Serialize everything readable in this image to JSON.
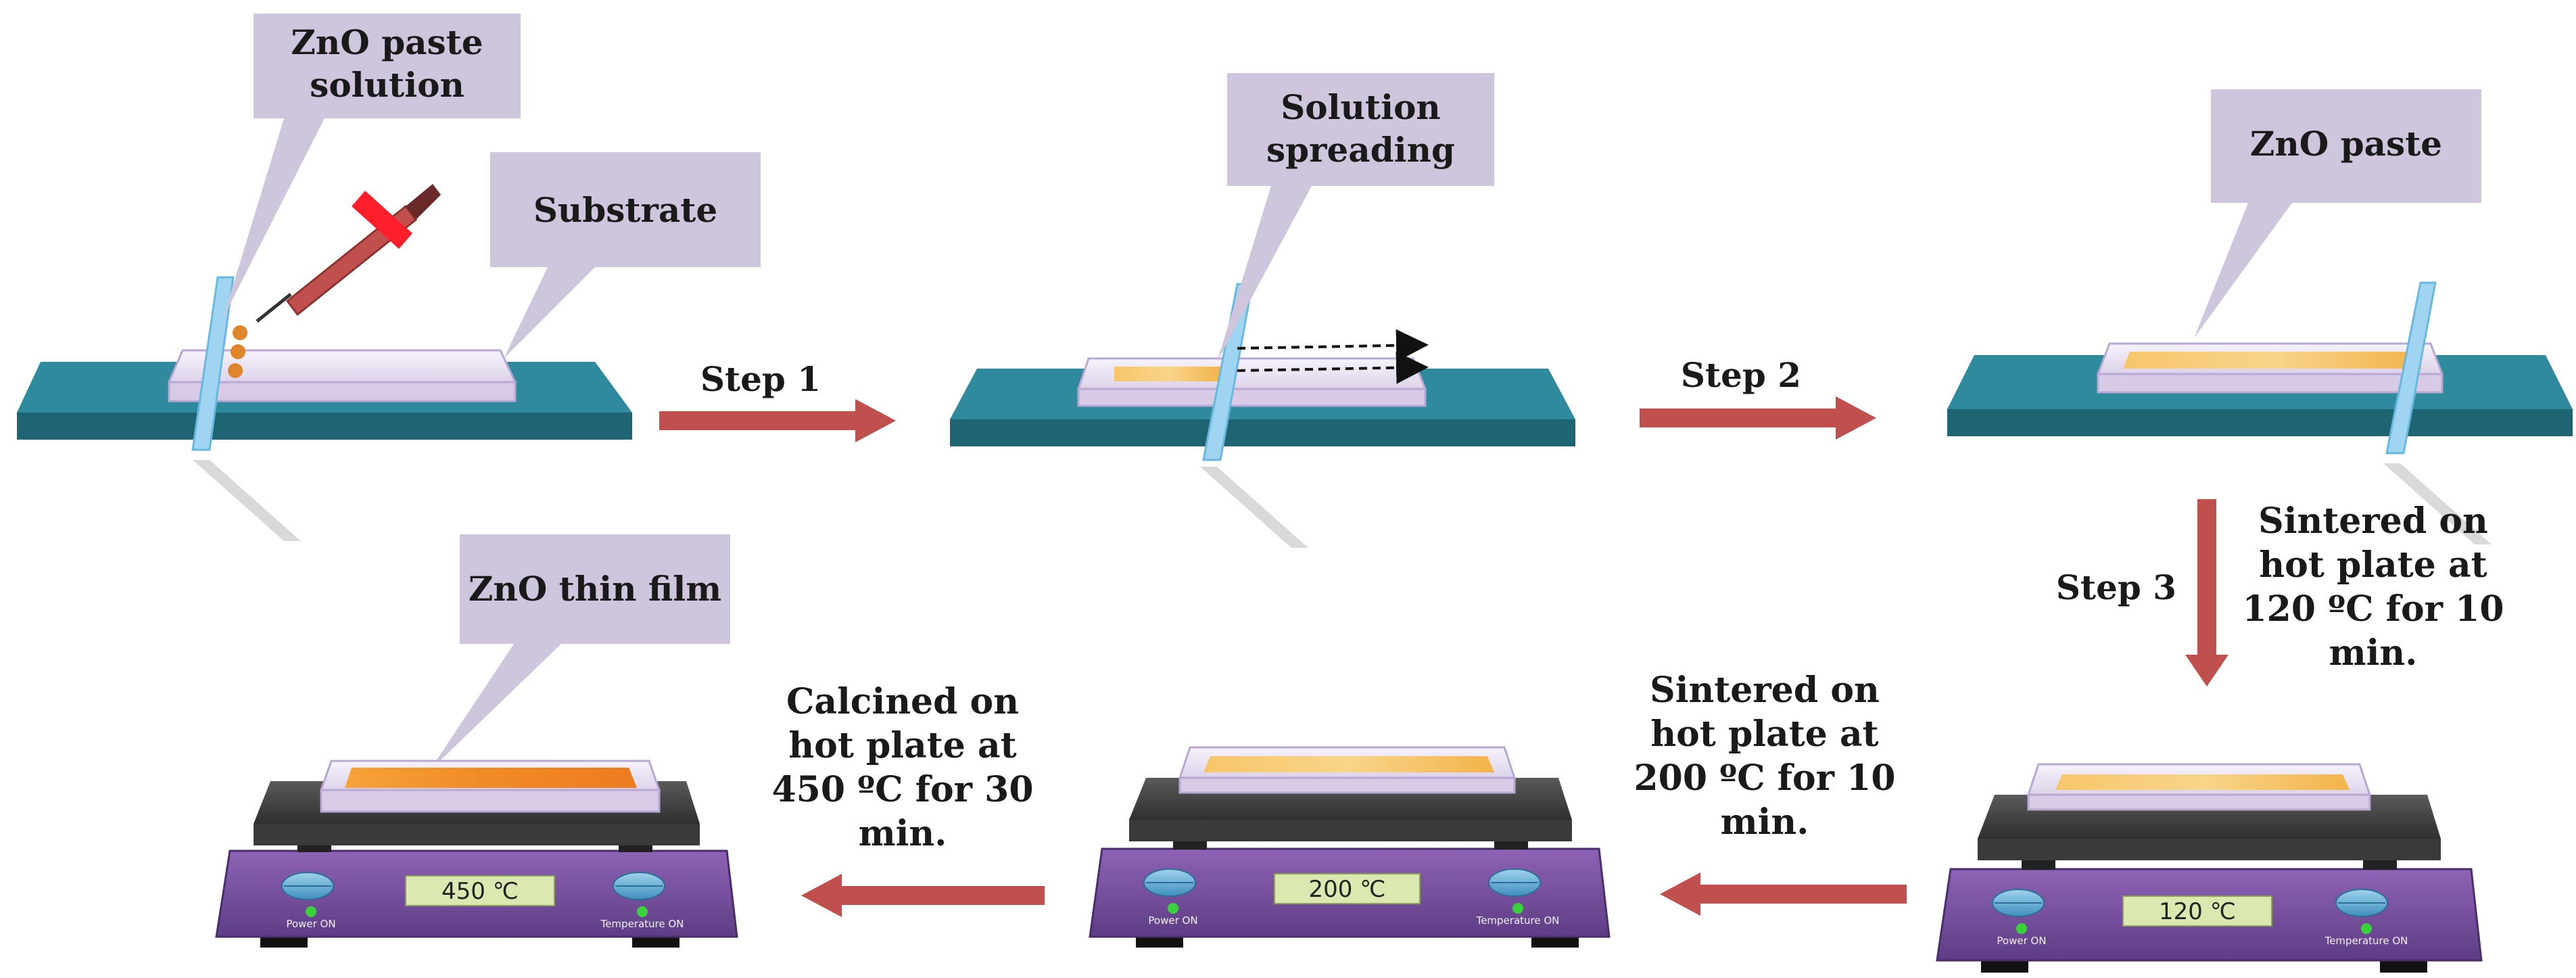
{
  "callouts": {
    "zno_paste_solution": "ZnO paste\nsolution",
    "substrate": "Substrate",
    "solution_spreading": "Solution\nspreading",
    "zno_paste": "ZnO paste",
    "zno_thin_film": "ZnO thin film"
  },
  "steps": {
    "step1": "Step 1",
    "step2": "Step 2",
    "step3": "Step 3"
  },
  "descriptions": {
    "sinter_120": "Sintered on\nhot plate at\n120 ºC for 10\nmin.",
    "sinter_200": "Sintered on\nhot plate at\n200 ºC for 10\nmin.",
    "calcine_450": "Calcined on\nhot plate at\n450 ºC for 30\nmin."
  },
  "hotplates": {
    "hp120": {
      "display": "120 ℃",
      "power_label": "Power ON",
      "temp_label": "Temperature ON"
    },
    "hp200": {
      "display": "200 ℃",
      "power_label": "Power ON",
      "temp_label": "Temperature ON"
    },
    "hp450": {
      "display": "450 ℃",
      "power_label": "Power ON",
      "temp_label": "Temperature ON"
    }
  },
  "colors": {
    "platform_top": "#2e8a9c",
    "platform_side": "#1e6473",
    "callout_fill": "#cfc5dc",
    "arrow": "#c0504d",
    "hotplate_body": "#7a4fa0",
    "hotplate_top": "#4a4a4a",
    "paste": "#f5a623"
  }
}
